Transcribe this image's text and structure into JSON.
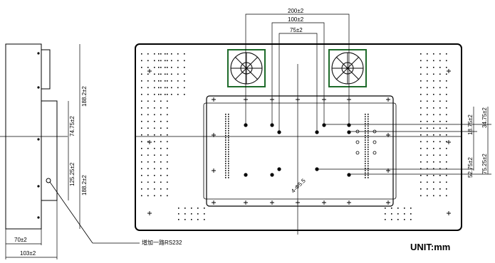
{
  "unit_label": "UNIT:mm",
  "connector_label": "增加一路RS232",
  "dims": {
    "top_200": "200±2",
    "top_100": "100±2",
    "top_75": "75±2",
    "right_18275": "18.75±2",
    "right_3475": "34.75±2",
    "right_5275": "52.75±2",
    "right_7525": "75.25±2",
    "side_1882a": "188.2±2",
    "side_1882b": "188.2±2",
    "side_7475": "74.75±2",
    "side_12525": "125.25±2",
    "bottom_70": "70±2",
    "bottom_103": "103±2",
    "diag_label": "4-Φ5.5"
  }
}
